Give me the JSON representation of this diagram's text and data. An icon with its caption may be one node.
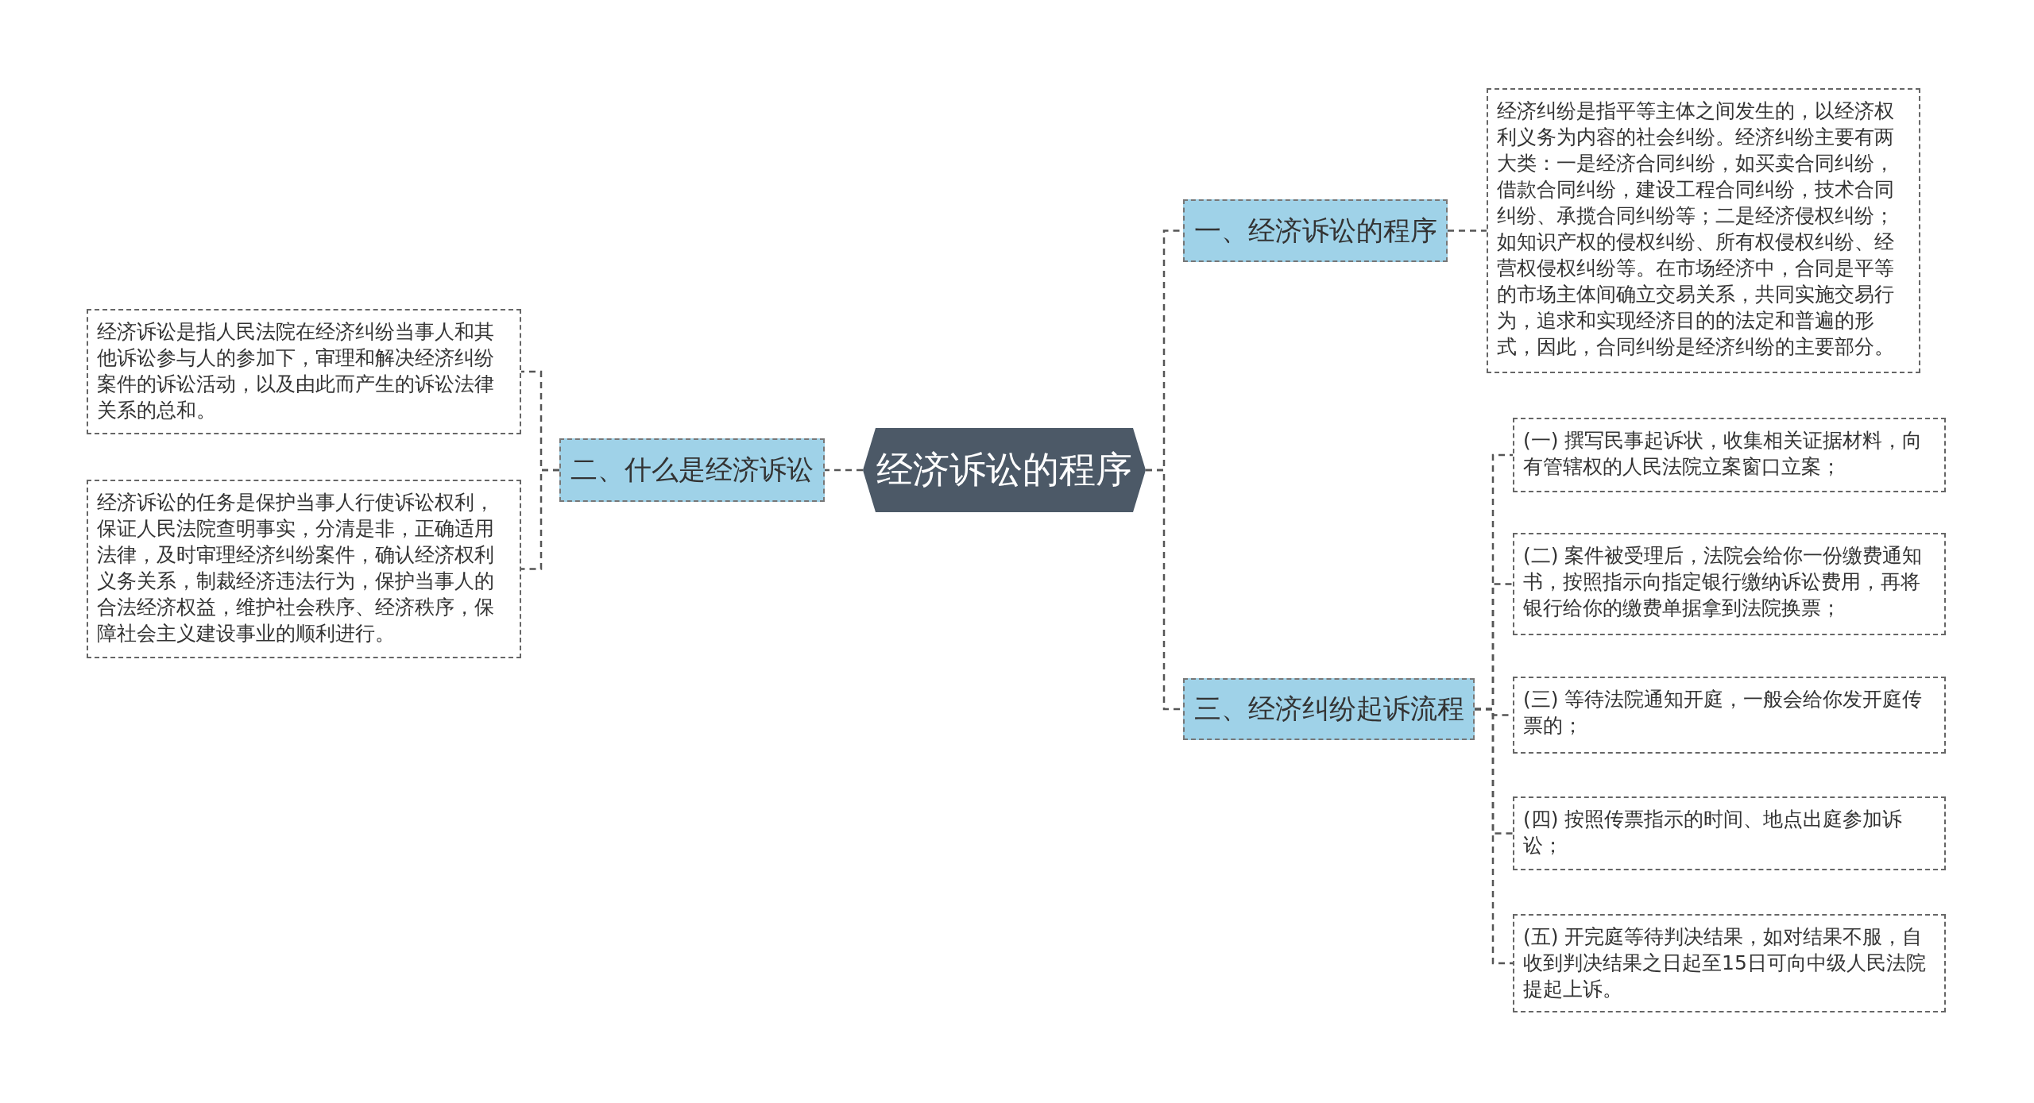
{
  "diagram": {
    "nodes": [
      {
        "text": [
          "经济诉讼的程序"
        ]
      },
      {
        "text": [
          "一、经济诉讼的程序"
        ]
      },
      {
        "text": [
          "经济纠纷是指平等主体之间发生的，以经济权利义务为内容的社会纠纷。经济纠纷主要有两大类：一是经济合同纠纷，如买卖合同纠纷，借款合同纠纷，建设工程合同纠纷，技术合同纠纷、承揽合同纠纷等；二是经济侵权纠纷；如知识产权的侵权纠纷、所有权侵权纠纷、经营权侵权纠纷等。在市场经济中，合同是平等的市场主体间确立交易关系，共同实施交易行为，追求和实现经济目的的法定和普遍的形式，因此，合同纠纷是经济纠纷的主要部分。"
        ]
      },
      {
        "text": [
          "二、什么是经济诉讼"
        ]
      },
      {
        "text": [
          "经济诉讼是指人民法院在经济纠纷当事人和其他诉讼参与人的参加下，审理和解决经济纠纷案件的诉讼活动，以及由此而产生的诉讼法律关系的总和。"
        ]
      },
      {
        "text": [
          "经济诉讼的任务是保护当事人行使诉讼权利，保证人民法院查明事实，分清是非，正确适用法律，及时审理经济纠纷案件，确认经济权利义务关系，制裁经济违法行为，保护当事人的合法经济权益，维护社会秩序、经济秩序，保障社会主义建设事业的顺利进行。"
        ]
      },
      {
        "text": [
          "三、经济纠纷起诉流程"
        ]
      },
      {
        "text": [
          "(一) 撰写民事起诉状，收集相关证据材料，向有管辖权的人民法院立案窗口立案；"
        ]
      },
      {
        "text": [
          "(二) 案件被受理后，法院会给你一份缴费通知书，按照指示向指定银行缴纳诉讼费用，再将银行给你的缴费单据拿到法院换票；"
        ]
      },
      {
        "text": [
          "(三) 等待法院通知开庭，一般会给你发开庭传票的；"
        ]
      },
      {
        "text": [
          "(四) 按照传票指示的时间、地点出庭参加诉讼；"
        ]
      },
      {
        "text": [
          "(五) 开完庭等待判决结果，如对结果不服，自收到判决结果之日起至15日可向中级人民法院提起上诉。"
        ]
      }
    ],
    "edges": [
      {
        "from": 0,
        "to": 1,
        "arrow": "none"
      },
      {
        "from": 1,
        "to": 2,
        "arrow": "none"
      },
      {
        "from": 0,
        "to": 3,
        "arrow": "none"
      },
      {
        "from": 3,
        "to": 4,
        "arrow": "none"
      },
      {
        "from": 3,
        "to": 5,
        "arrow": "none"
      },
      {
        "from": 0,
        "to": 6,
        "arrow": "none"
      },
      {
        "from": 6,
        "to": 7,
        "arrow": "none"
      },
      {
        "from": 6,
        "to": 8,
        "arrow": "none"
      },
      {
        "from": 6,
        "to": 9,
        "arrow": "none"
      },
      {
        "from": 6,
        "to": 10,
        "arrow": "none"
      },
      {
        "from": 6,
        "to": 11,
        "arrow": "none"
      }
    ]
  }
}
